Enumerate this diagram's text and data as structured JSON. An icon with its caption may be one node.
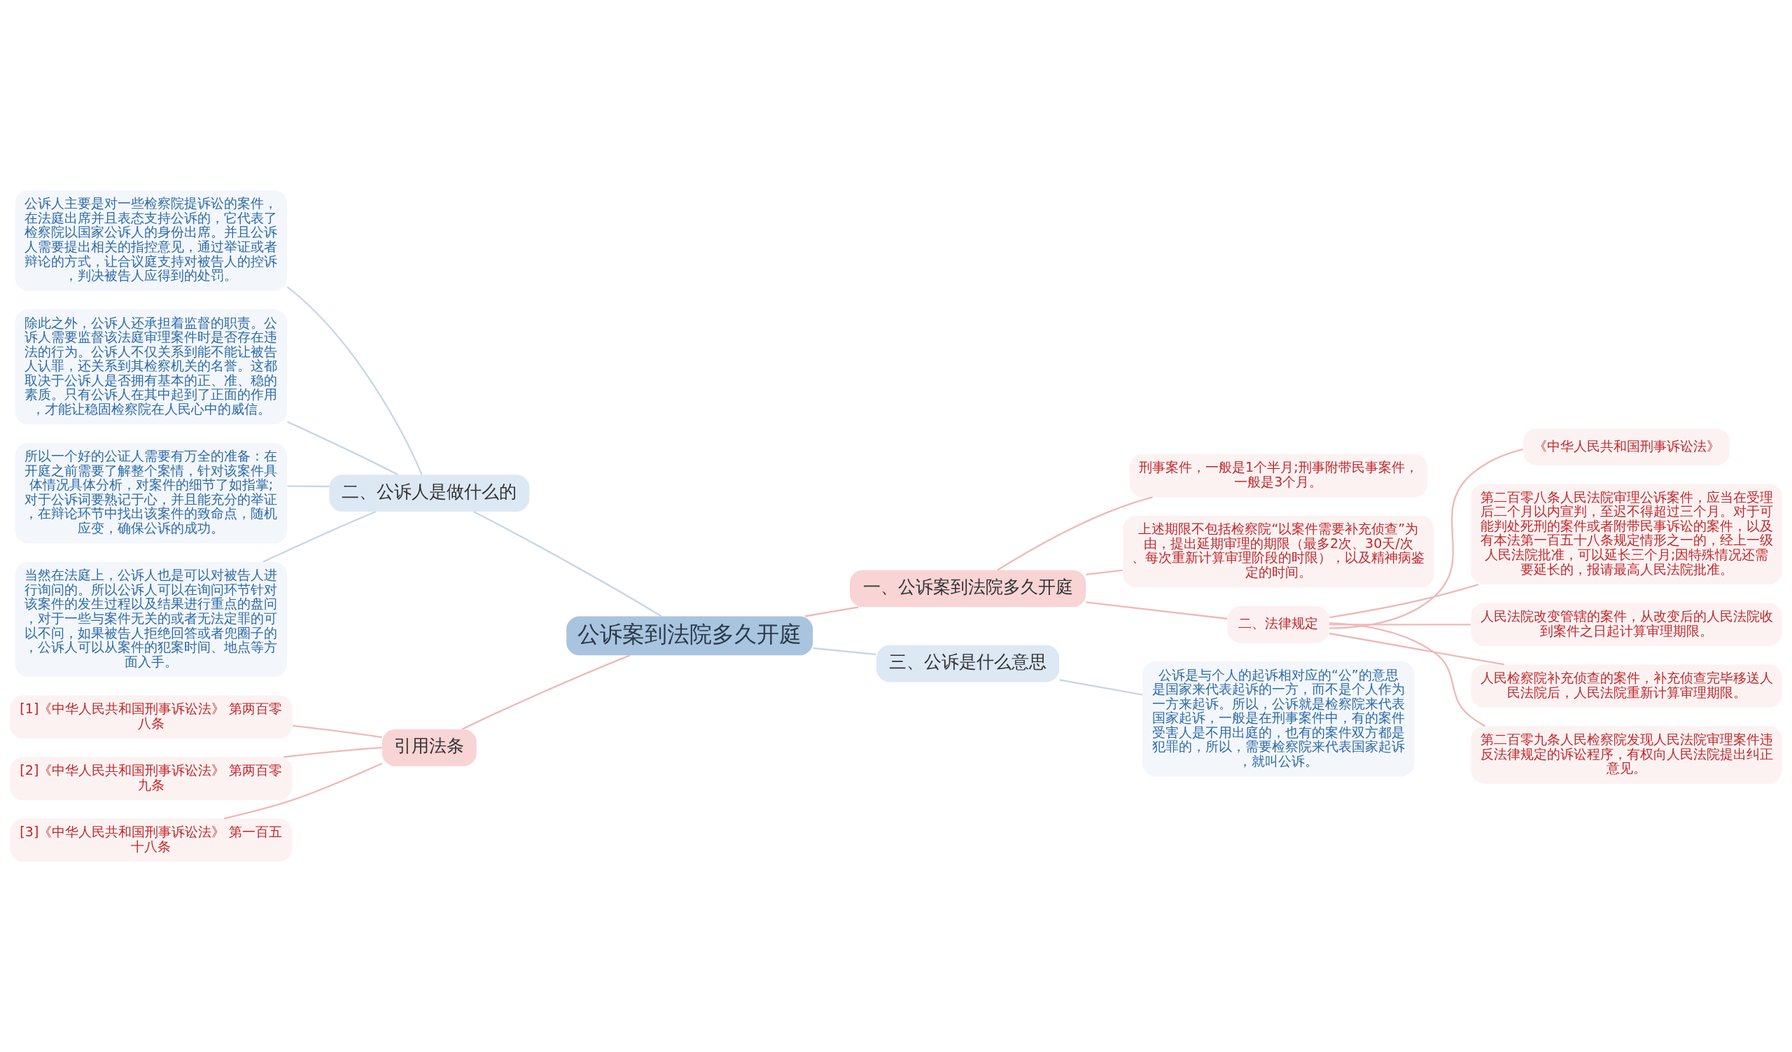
{
  "diagram": {
    "nodes": [
      {
        "text": [
          "公诉案到法院多久开庭"
        ]
      },
      {
        "text": [
          "一、公诉案到法院多久开庭"
        ]
      },
      {
        "text": [
          "刑事案件，一般是1个半月;刑事附带民事案件，一般是3个月。"
        ]
      },
      {
        "text": [
          "上述期限不包括检察院“以案件需要补充侦查”为由，提出延期审理的期限（最多2次、30天/次、每次重新计算审理阶段的时限），以及精神病鉴定的时间。"
        ]
      },
      {
        "text": [
          "二、法律规定"
        ]
      },
      {
        "text": [
          "《中华人民共和国刑事诉讼法》"
        ]
      },
      {
        "text": [
          "第二百零八条人民法院审理公诉案件，应当在受理后二个月以内宣判，至迟不得超过三个月。对于可能判处死刑的案件或者附带民事诉讼的案件，以及有本法第一百五十八条规定情形之一的，经上一级人民法院批准，可以延长三个月;因特殊情况还需要延长的，报请最高人民法院批准。"
        ]
      },
      {
        "text": [
          "人民法院改变管辖的案件，从改变后的人民法院收到案件之日起计算审理期限。"
        ]
      },
      {
        "text": [
          "人民检察院补充侦查的案件，补充侦查完毕移送人民法院后，人民法院重新计算审理期限。"
        ]
      },
      {
        "text": [
          "第二百零九条人民检察院发现人民法院审理案件违反法律规定的诉讼程序，有权向人民法院提出纠正意见。"
        ]
      },
      {
        "text": [
          "三、公诉是什么意思"
        ]
      },
      {
        "text": [
          "公诉是与个人的起诉相对应的“公”的意思是国家来代表起诉的一方，而不是个人作为一方来起诉。所以，公诉就是检察院来代表国家起诉，一般是在刑事案件中，有的案件受害人是不用出庭的，也有的案件双方都是犯罪的，所以，需要检察院来代表国家起诉，就叫公诉。"
        ]
      },
      {
        "text": [
          "二、公诉人是做什么的"
        ]
      },
      {
        "text": [
          "公诉人主要是对一些检察院提诉讼的案件，在法庭出席并且表态支持公诉的，它代表了检察院以国家公诉人的身份出席。并且公诉人需要提出相关的指控意见，通过举证或者辩论的方式，让合议庭支持对被告人的控诉，判决被告人应得到的处罚。"
        ]
      },
      {
        "text": [
          "除此之外，公诉人还承担着监督的职责。公诉人需要监督该法庭审理案件时是否存在违法的行为。公诉人不仅关系到能不能让被告人认罪，还关系到其检察机关的名誉。这都取决于公诉人是否拥有基本的正、准、稳的素质。只有公诉人在其中起到了正面的作用，才能让稳固检察院在人民心中的威信。"
        ]
      },
      {
        "text": [
          "所以一个好的公证人需要有万全的准备：在开庭之前需要了解整个案情，针对该案件具体情况具体分析，对案件的细节了如指掌;对于公诉词要熟记于心，并且能充分的举证，在辩论环节中找出该案件的致命点，随机应变，确保公诉的成功。"
        ]
      },
      {
        "text": [
          "当然在法庭上，公诉人也是可以对被告人进行询问的。所以公诉人可以在询问环节针对该案件的发生过程以及结果进行重点的盘问，对于一些与案件无关的或者无法定罪的可以不问，如果被告人拒绝回答或者兜圈子的，公诉人可以从案件的犯案时间、地点等方面入手。"
        ]
      },
      {
        "text": [
          "引用法条"
        ]
      },
      {
        "text": [
          "[1]《中华人民共和国刑事诉讼法》 第两百零八条"
        ]
      },
      {
        "text": [
          "[2]《中华人民共和国刑事诉讼法》 第两百零九条"
        ]
      },
      {
        "text": [
          "[3]《中华人民共和国刑事诉讼法》 第一百五十八条"
        ]
      }
    ],
    "edges": [
      {
        "from": 0,
        "to": 1,
        "arrow": "none"
      },
      {
        "from": 1,
        "to": 2,
        "arrow": "none"
      },
      {
        "from": 1,
        "to": 3,
        "arrow": "none"
      },
      {
        "from": 1,
        "to": 4,
        "arrow": "none"
      },
      {
        "from": 4,
        "to": 5,
        "arrow": "none"
      },
      {
        "from": 4,
        "to": 6,
        "arrow": "none"
      },
      {
        "from": 4,
        "to": 7,
        "arrow": "none"
      },
      {
        "from": 4,
        "to": 8,
        "arrow": "none"
      },
      {
        "from": 4,
        "to": 9,
        "arrow": "none"
      },
      {
        "from": 0,
        "to": 10,
        "arrow": "none",
        "color": "#c9d6e6"
      },
      {
        "from": 10,
        "to": 11,
        "arrow": "none",
        "color": "#c9d6e6"
      },
      {
        "from": 0,
        "to": 12,
        "arrow": "none",
        "color": "#c9d6e6"
      },
      {
        "from": 12,
        "to": 13,
        "arrow": "none",
        "color": "#c9d6e6"
      },
      {
        "from": 12,
        "to": 14,
        "arrow": "none",
        "color": "#c9d6e6"
      },
      {
        "from": 12,
        "to": 15,
        "arrow": "none",
        "color": "#c9d6e6"
      },
      {
        "from": 12,
        "to": 16,
        "arrow": "none",
        "color": "#c9d6e6"
      },
      {
        "from": 0,
        "to": 17,
        "arrow": "none"
      },
      {
        "from": 17,
        "to": 18,
        "arrow": "none"
      },
      {
        "from": 17,
        "to": 19,
        "arrow": "none"
      },
      {
        "from": 17,
        "to": 20,
        "arrow": "none"
      }
    ]
  }
}
